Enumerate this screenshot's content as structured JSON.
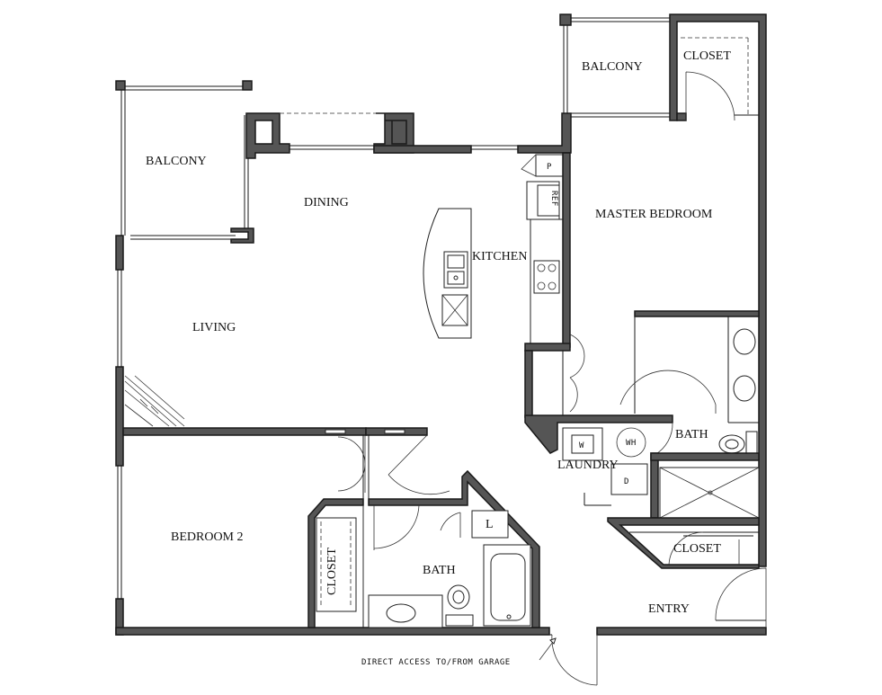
{
  "rooms": {
    "balcony_left": "BALCONY",
    "balcony_top": "BALCONY",
    "closet_master": "CLOSET",
    "dining": "DINING",
    "master_bedroom": "MASTER BEDROOM",
    "kitchen": "KITCHEN",
    "living": "LIVING",
    "bath_master": "BATH",
    "laundry": "LAUNDRY",
    "closet_entry": "CLOSET",
    "bedroom_2": "BEDROOM 2",
    "closet_bedroom2": "CLOSET",
    "bath_2": "BATH",
    "entry": "ENTRY",
    "linen": "L"
  },
  "fixture_marks": {
    "pantry": "P",
    "refrigerator": "REF",
    "washer": "W",
    "water_heater": "WH",
    "dryer": "D"
  },
  "garage_note": "DIRECT ACCESS TO/FROM GARAGE"
}
